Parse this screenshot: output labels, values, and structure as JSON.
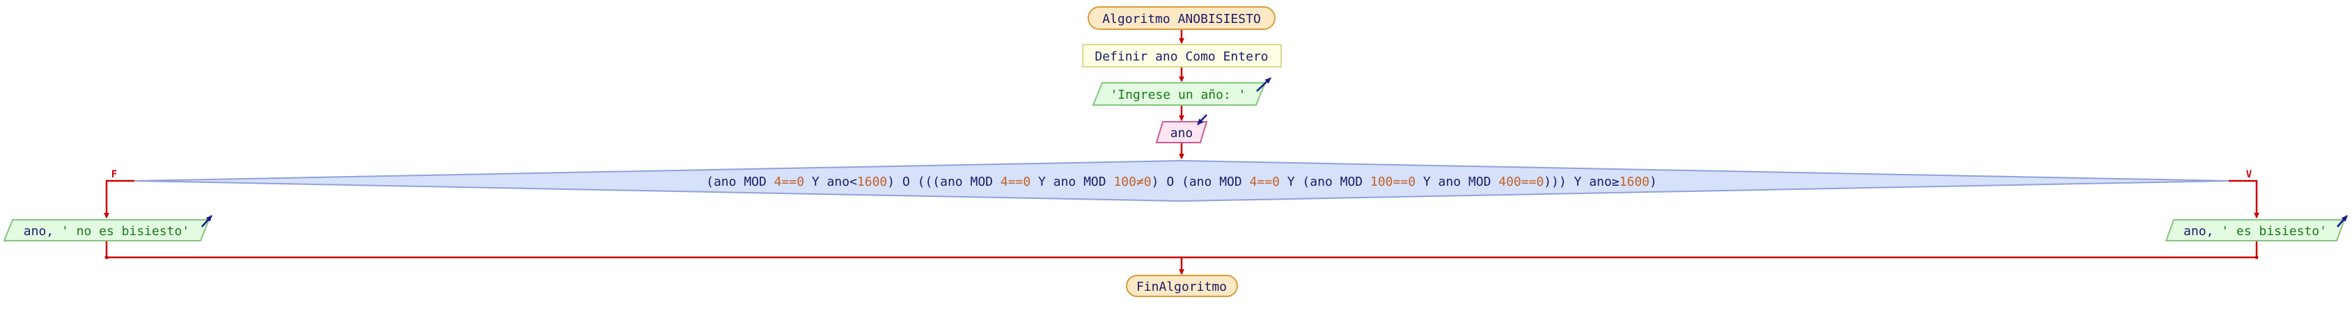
{
  "diagram": {
    "start": {
      "label": "Algoritmo ANOBISIESTO"
    },
    "define": {
      "parts": [
        {
          "text": "Definir ",
          "role": "kw"
        },
        {
          "text": "ano",
          "role": "var"
        },
        {
          "text": " Como Entero",
          "role": "kw"
        }
      ]
    },
    "output_prompt": {
      "label": "'Ingrese un año: '"
    },
    "input": {
      "label": "ano"
    },
    "decision": {
      "parts": [
        {
          "text": "(ano ",
          "role": "var"
        },
        {
          "text": "MOD ",
          "role": "kw"
        },
        {
          "text": "4",
          "role": "num"
        },
        {
          "text": "==",
          "role": "op"
        },
        {
          "text": "0",
          "role": "num"
        },
        {
          "text": " Y ano<",
          "role": "var"
        },
        {
          "text": "1600",
          "role": "num"
        },
        {
          "text": ") O (((ano ",
          "role": "var"
        },
        {
          "text": "MOD ",
          "role": "kw"
        },
        {
          "text": "4",
          "role": "num"
        },
        {
          "text": "==",
          "role": "op"
        },
        {
          "text": "0",
          "role": "num"
        },
        {
          "text": " Y ano ",
          "role": "var"
        },
        {
          "text": "MOD ",
          "role": "kw"
        },
        {
          "text": "100",
          "role": "num"
        },
        {
          "text": "≠",
          "role": "op"
        },
        {
          "text": "0",
          "role": "num"
        },
        {
          "text": ") O (ano ",
          "role": "var"
        },
        {
          "text": "MOD ",
          "role": "kw"
        },
        {
          "text": "4",
          "role": "num"
        },
        {
          "text": "==",
          "role": "op"
        },
        {
          "text": "0",
          "role": "num"
        },
        {
          "text": " Y (ano ",
          "role": "var"
        },
        {
          "text": "MOD ",
          "role": "kw"
        },
        {
          "text": "100",
          "role": "num"
        },
        {
          "text": "==",
          "role": "op"
        },
        {
          "text": "0",
          "role": "num"
        },
        {
          "text": " Y ano ",
          "role": "var"
        },
        {
          "text": "MOD ",
          "role": "kw"
        },
        {
          "text": "400",
          "role": "num"
        },
        {
          "text": "==",
          "role": "op"
        },
        {
          "text": "0",
          "role": "num"
        },
        {
          "text": "))) Y ano≥",
          "role": "var"
        },
        {
          "text": "1600",
          "role": "num"
        },
        {
          "text": ")",
          "role": "var"
        }
      ]
    },
    "branch_false": {
      "label": "F"
    },
    "branch_true": {
      "label": "V"
    },
    "output_false": {
      "label": "ano, ' no es bisiesto'"
    },
    "output_true": {
      "label": "ano, ' es bisiesto'"
    },
    "end": {
      "label": "FinAlgoritmo"
    }
  },
  "colors": {
    "arrow": "#cc0000",
    "terminal_fill": "#fde9c6",
    "terminal_stroke": "#d89b37",
    "process_fill": "#ffffe6",
    "process_stroke": "#d9d98c",
    "output_fill": "#e3fbe1",
    "output_stroke": "#86c57f",
    "input_fill": "#fde6f1",
    "input_stroke": "#cf5896",
    "decision_fill": "#d7e1f9",
    "decision_stroke": "#8fa2d8",
    "io_marker": "#151b8d",
    "text_default": "#1b1b6b",
    "text_string": "#1a7a1a",
    "text_number": "#c0622b",
    "branch_label": "#cc0000"
  },
  "icons": {
    "output_marker": "arrow-up-right-icon",
    "input_marker": "arrow-down-left-icon"
  }
}
